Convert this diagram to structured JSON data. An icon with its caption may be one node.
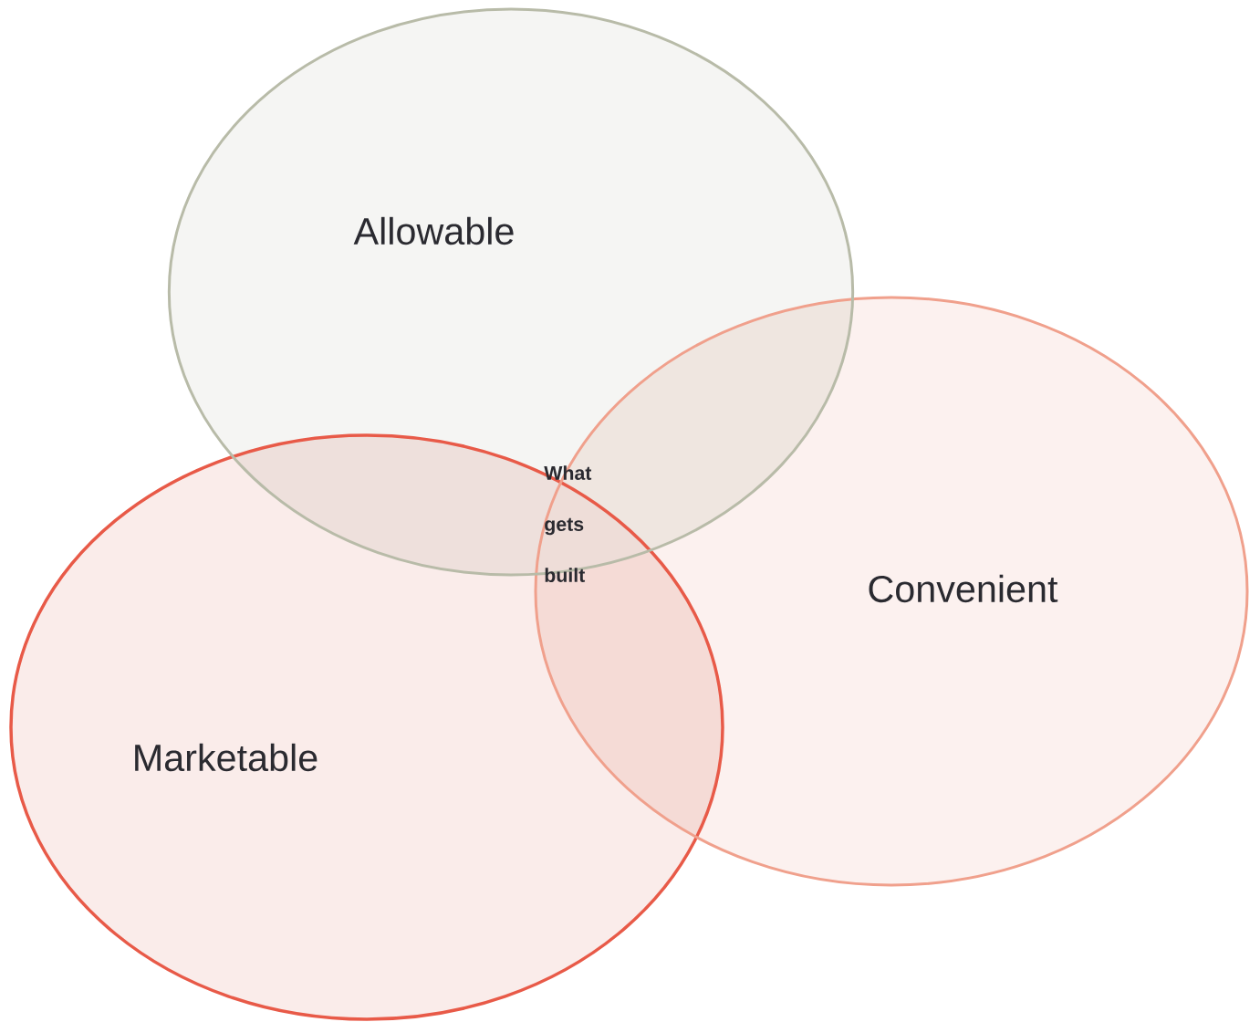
{
  "diagram": {
    "nodes": [
      {
        "text": [
          "Allowable"
        ]
      },
      {
        "text": [
          "Convenient"
        ]
      },
      {
        "text": [
          "Marketable"
        ]
      }
    ],
    "labels": [
      "What gets built"
    ]
  }
}
